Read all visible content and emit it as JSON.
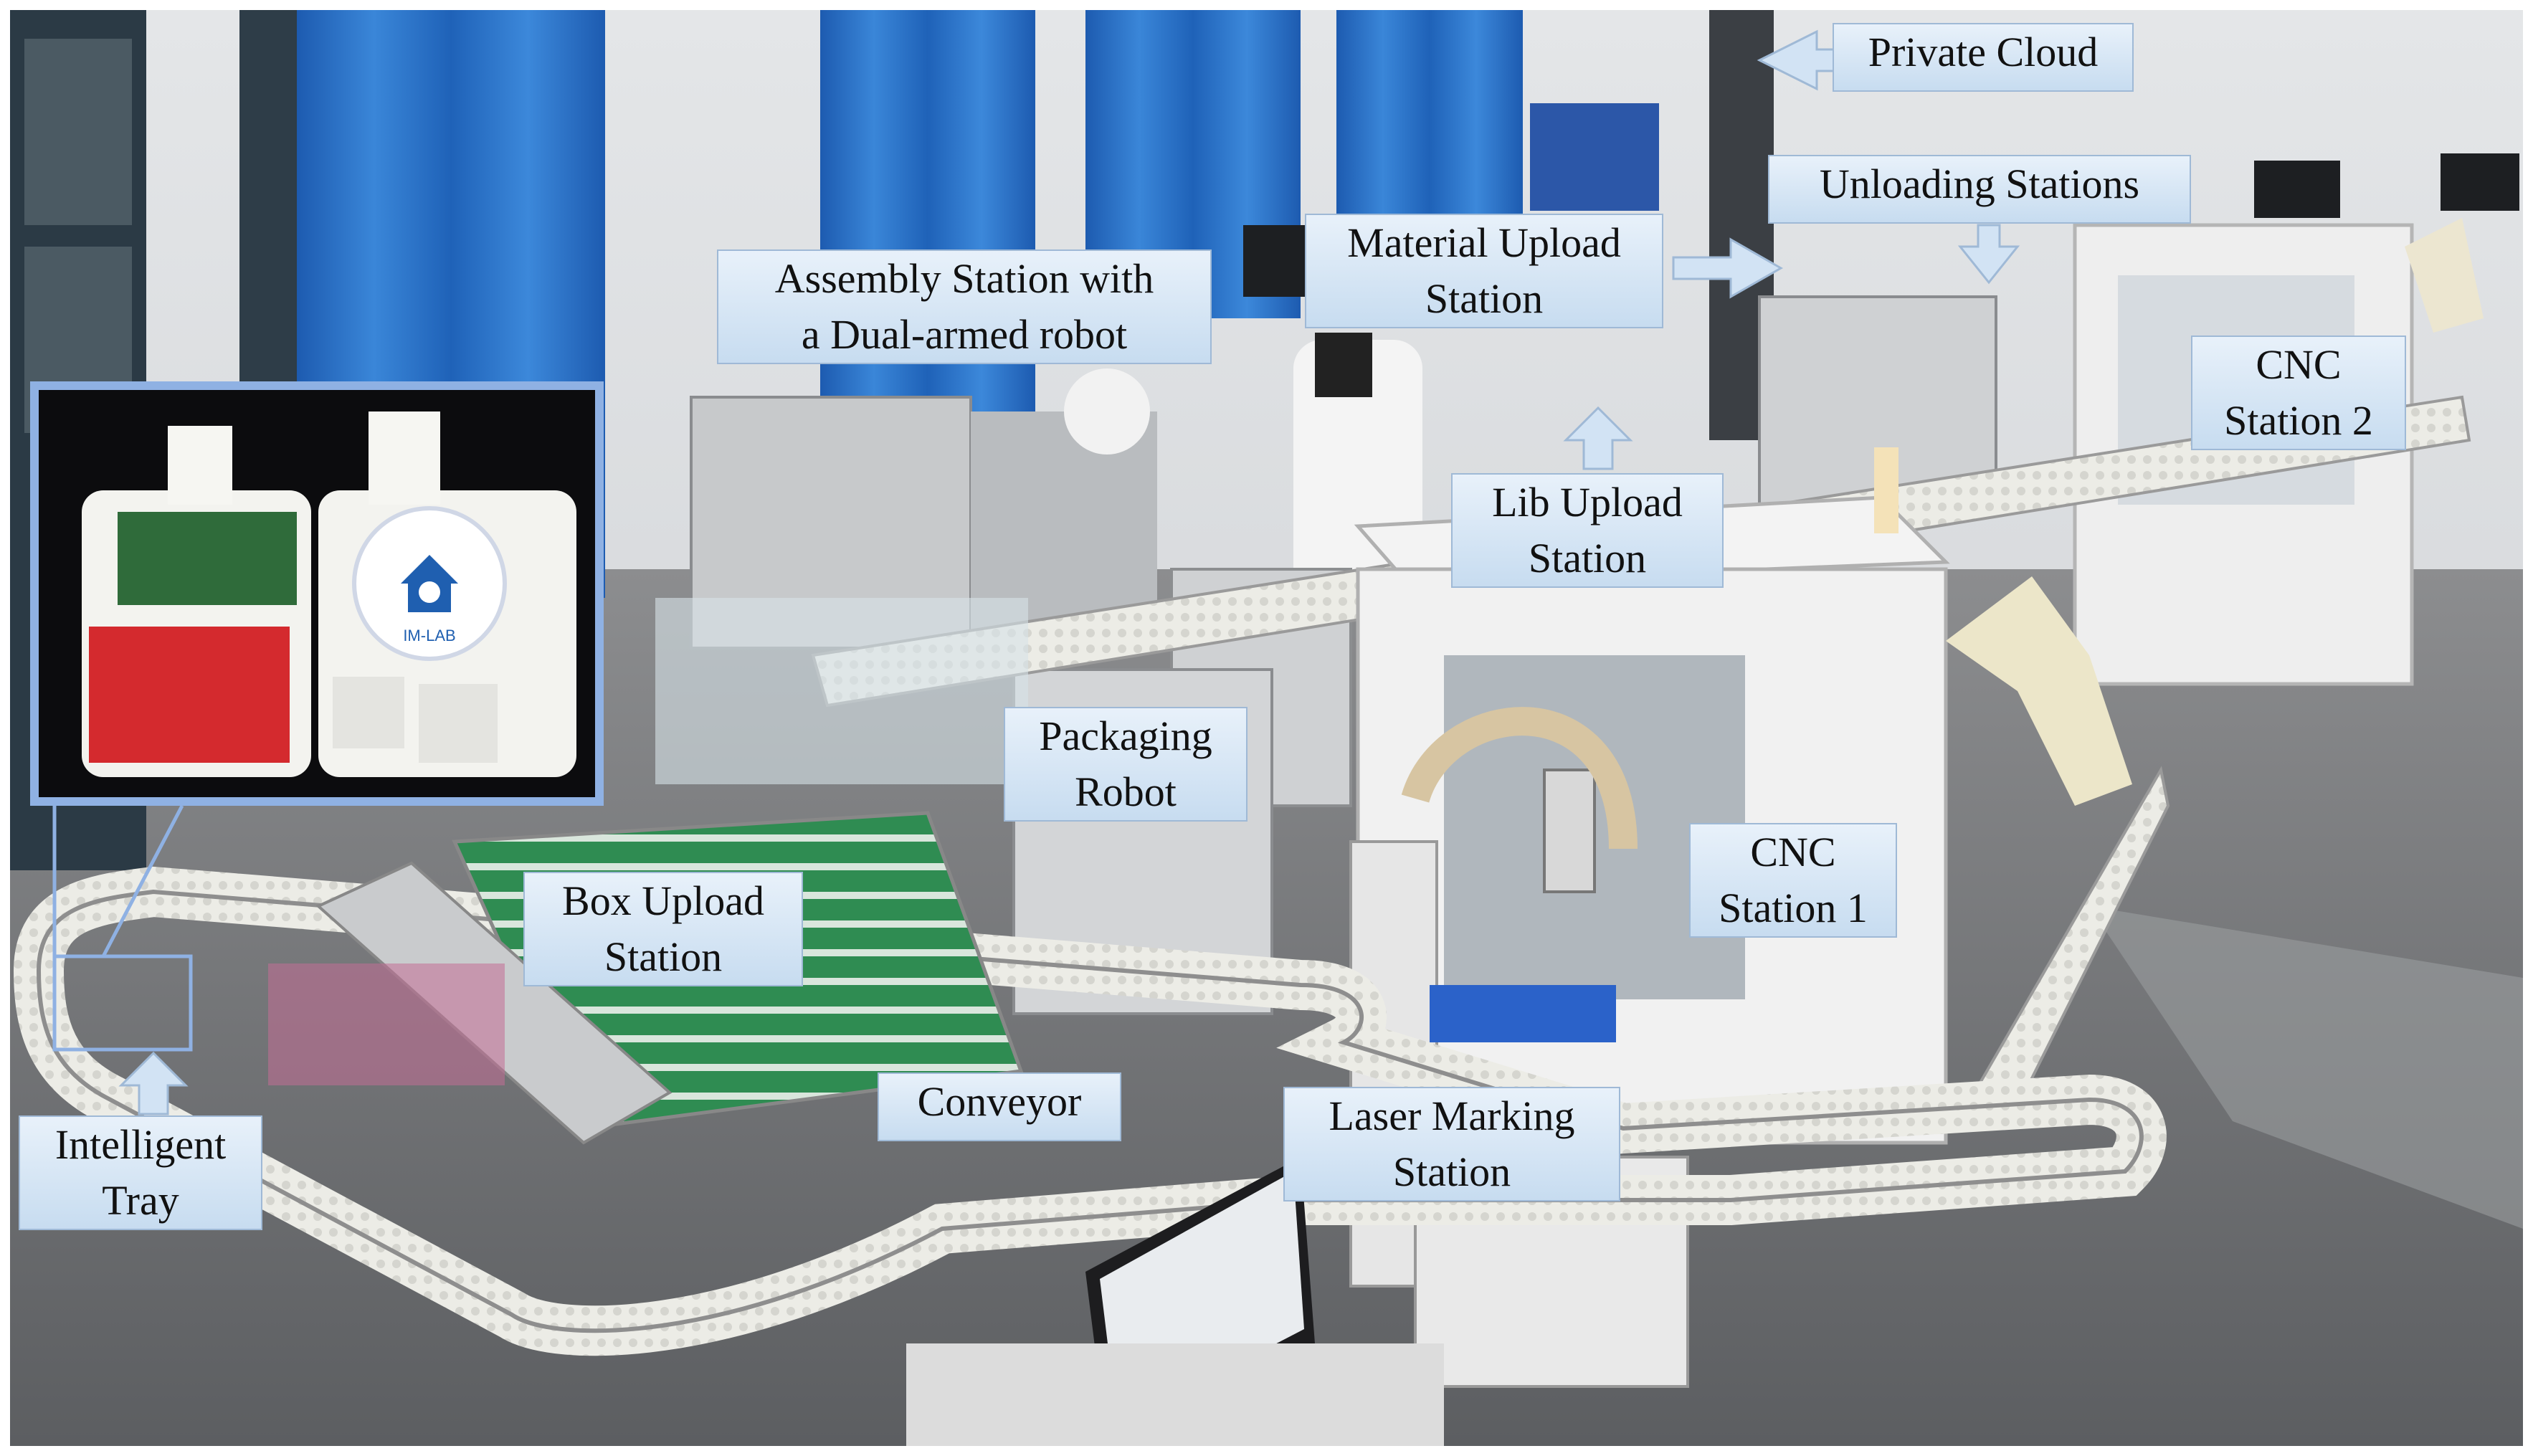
{
  "labels": {
    "private_cloud": "Private Cloud",
    "unloading": "Unloading Stations",
    "material_line1": "Material Upload",
    "material_line2": "Station",
    "assembly_line1": "Assembly Station with",
    "assembly_line2": "a Dual-armed robot",
    "cnc2_line1": "CNC",
    "cnc2_line2": "Station 2",
    "lib_line1": "Lib Upload",
    "lib_line2": "Station",
    "packaging_line1": "Packaging",
    "packaging_line2": "Robot",
    "cnc1_line1": "CNC",
    "cnc1_line2": "Station 1",
    "box_line1": "Box Upload",
    "box_line2": "Station",
    "conveyor": "Conveyor",
    "laser_line1": "Laser Marking",
    "laser_line2": "Station",
    "tray_line1": "Intelligent",
    "tray_line2": "Tray"
  },
  "inset": {
    "logo_text": "IM-LAB"
  },
  "colors": {
    "label_fill_top": "#e8f1fa",
    "label_fill_bottom": "#c7dcf0",
    "arrow_fill": "#d2e3f4",
    "inset_border": "#8fb1e3",
    "conveyor": "#e9e9e4",
    "curtain": "#2a6fc4"
  }
}
